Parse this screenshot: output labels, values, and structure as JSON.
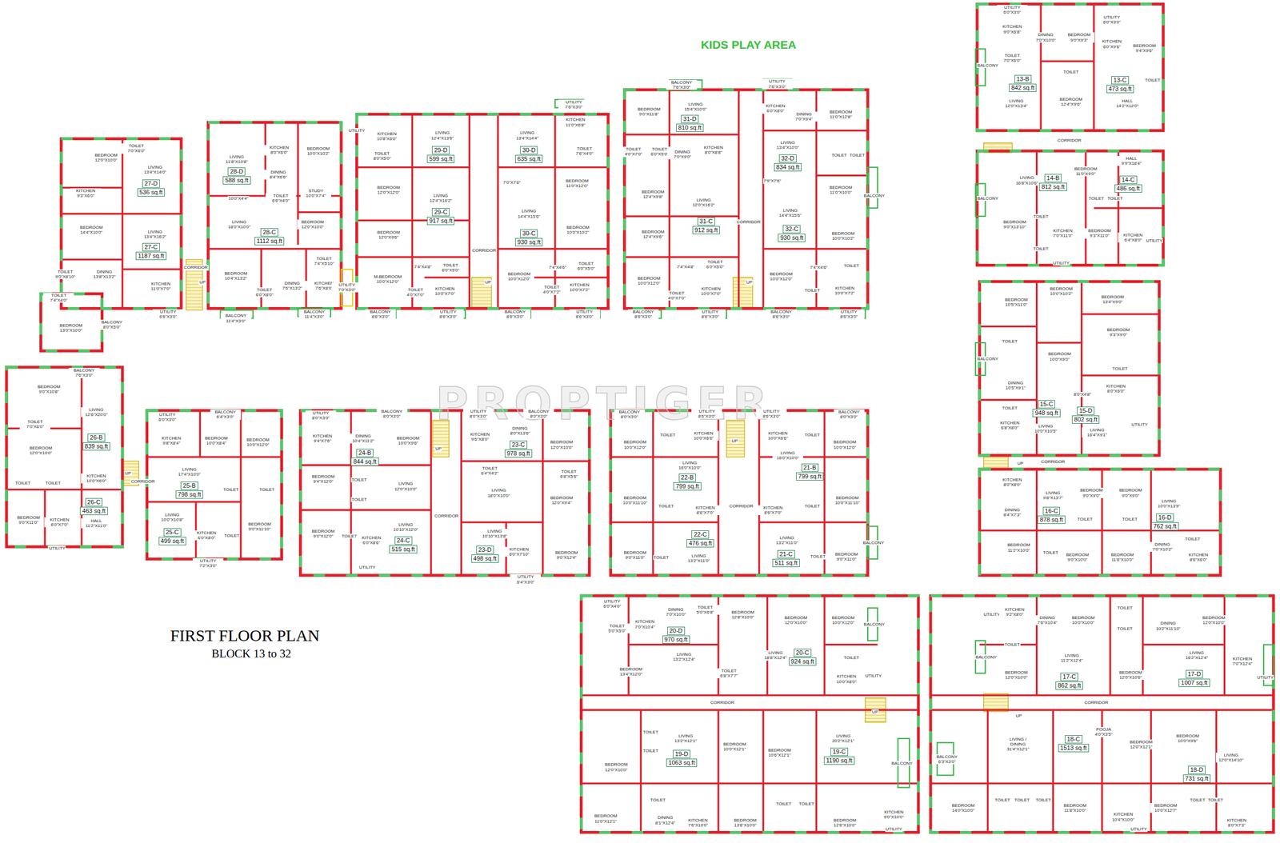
{
  "diagram": {
    "title": "FIRST FLOOR PLAN",
    "caption": "BLOCK 13 to 32",
    "nodes": [
      {
        "text": [
          "27-D",
          "536 sq.ft"
        ]
      },
      {
        "text": [
          "28-D",
          "588 sq.ft"
        ]
      },
      {
        "text": [
          "27-C",
          "1187 sq.ft"
        ]
      },
      {
        "text": [
          "28-C",
          "1112 sq.ft"
        ]
      },
      {
        "text": [
          "29-D",
          "599 sq.ft"
        ]
      },
      {
        "text": [
          "29-C",
          "917 sq.ft"
        ]
      },
      {
        "text": [
          "30-D",
          "635 sq.ft"
        ]
      },
      {
        "text": [
          "30-C",
          "930 sq.ft"
        ]
      },
      {
        "text": [
          "31-D",
          "810 sq.ft"
        ]
      },
      {
        "text": [
          "32-D",
          "834 sq.ft"
        ]
      },
      {
        "text": [
          "31-C",
          "912 sq.ft"
        ]
      },
      {
        "text": [
          "32-C",
          "930 sq.ft"
        ]
      },
      {
        "text": [
          "13-B",
          "842 sq.ft"
        ]
      },
      {
        "text": [
          "13-C",
          "473 sq.ft"
        ]
      },
      {
        "text": [
          "14-B",
          "812 sq.ft"
        ]
      },
      {
        "text": [
          "14-C",
          "486 sq.ft"
        ]
      },
      {
        "text": [
          "15-C",
          "948 sq.ft"
        ]
      },
      {
        "text": [
          "15-D",
          "802 sq.ft"
        ]
      },
      {
        "text": [
          "16-C",
          "878 sq.ft"
        ]
      },
      {
        "text": [
          "16-D",
          "762 sq.ft"
        ]
      },
      {
        "text": [
          "26-B",
          "839 sq.ft"
        ]
      },
      {
        "text": [
          "26-C",
          "463 sq.ft"
        ]
      },
      {
        "text": [
          "25-B",
          "798 sq.ft"
        ]
      },
      {
        "text": [
          "25-C",
          "499 sq.ft"
        ]
      },
      {
        "text": [
          "24-B",
          "844 sq.ft"
        ]
      },
      {
        "text": [
          "24-C",
          "515 sq.ft"
        ]
      },
      {
        "text": [
          "23-C",
          "978 sq.ft"
        ]
      },
      {
        "text": [
          "23-D",
          "498 sq.ft"
        ]
      },
      {
        "text": [
          "22-B",
          "799 sq.ft"
        ]
      },
      {
        "text": [
          "21-B",
          "799 sq.ft"
        ]
      },
      {
        "text": [
          "22-C",
          "476 sq.ft"
        ]
      },
      {
        "text": [
          "21-C",
          "511 sq.ft"
        ]
      },
      {
        "text": [
          "20-D",
          "970 sq.ft"
        ]
      },
      {
        "text": [
          "20-C",
          "924 sq.ft"
        ]
      },
      {
        "text": [
          "19-D",
          "1063 sq.ft"
        ]
      },
      {
        "text": [
          "19-C",
          "1190 sq.ft"
        ]
      },
      {
        "text": [
          "17-C",
          "862 sq.ft"
        ]
      },
      {
        "text": [
          "17-D",
          "1007 sq.ft"
        ]
      },
      {
        "text": [
          "18-C",
          "1513 sq.ft"
        ]
      },
      {
        "text": [
          "18-D",
          "731 sq.ft"
        ]
      }
    ],
    "labels": [
      "PROPTIGER",
      "KIDS PLAY AREA",
      "BEDROOM 12'0\"X10'0\"",
      "TOILET 7'0\"X6'0\"",
      "LIVING 13'4\"X14'0\"",
      "KITCHEN 9'3\"X6'0\"",
      "BEDROOM 14'4\"X10'0\"",
      "LIVING 13'4\"X16'2\"",
      "DINING 13'8\"X13'2\"",
      "KITCHEN 11'0\"X7'0\"",
      "TOILET 9'0\"X8'10\"",
      "TOILET 7'4\"X4'0\"",
      "BEDROOM 13'0\"X10'0\"",
      "BALCONY 8'0\"X5'0\"",
      "UTILITY 6'6\"X3'0\"",
      "CORRIDOR",
      "UP",
      "LIVING 11'8\"X10'8\"",
      "KITCHEN 8'0\"X6'0\"",
      "BEDROOM 10'0\"X10'2\"",
      "DINING 8'4\"X6'6\"",
      "STUDY 10'0\"X7'4\"",
      "TOILET 6'6\"X4'0\"",
      "10'0\"X4'4\"",
      "LIVING 18'0\"X10'0\"",
      "BEDROOM 12'0\"X10'0\"",
      "TOILET 7'4\"X5'10\"",
      "BEDROOM 10'4\"X13'2\"",
      "DINING 7'6\"X13'2\"",
      "KITCHEN 7'6\"X8'0\"",
      "TOILET 6'0\"X8'0\"",
      "BALCONY 11'4\"X3'0\"",
      "BALCONY 11'4\"X3'0\"",
      "UTILITY 7'0\"X3'0\"",
      "UTILITY",
      "KITCHEN 10'8\"X6'0\"",
      "TOILET 8'0\"X5'0\"",
      "LIVING 12'4\"X13'6\"",
      "BEDROOM 12'0\"X12'0\"",
      "LIVING 12'4\"X16'2\"",
      "BEDROOM 12'0\"X9'6\"",
      "M-BEDROOM 10'0\"X12'0\"",
      "7'4\"X4'8\"",
      "TOILET 4'0\"X7'0\"",
      "KITCHEN 10'0\"X7'0\"",
      "TOILET 6'0\"X5'0\"",
      "BALCONY 8'6\"X3'0\"",
      "UTILITY 8'6\"X3'0\"",
      "CORRIDOR",
      "UP",
      "UTILITY 7'6\"X3'0\"",
      "KITCHEN 11'0\"X6'8\"",
      "LIVING 13'4\"X14'4\"",
      "TOILET 7'6\"X4'0\"",
      "BEDROOM 11'0\"X12'0\"",
      "7'0\"X7'6\"",
      "LIVING 14'4\"X15'6\"",
      "BEDROOM 10'0\"X10'2\"",
      "BEDROOM 10'0\"X12'0\"",
      "7'4\"X4'6\"",
      "TOILET 6'0\"X5'0\"",
      "TOILET 4'0\"X7'2\"",
      "KITCHEN 10'0\"X7'2\"",
      "BALCONY 8'6\"X3'0\"",
      "UTILITY 8'6\"X3'0\"",
      "BALCONY 7'6\"X3'0\"",
      "BEDROOM 9'0\"X11'8\"",
      "LIVING 15'4\"X10'0\"",
      "TOILET 4'0\"X7'0\"",
      "TOILET 6'0\"X5'0\"",
      "DINING 7'0\"X9'0\"",
      "KITCHEN 8'0\"X8'8\"",
      "BEDROOM 12'4\"X9'8\"",
      "LIVING 12'0\"X16'2\"",
      "BEDROOM 12'4\"X9'6\"",
      "BEDROOM 10'0\"X12'0\"",
      "7'4\"X4'8\"",
      "TOILET 6'0\"X5'0\"",
      "TOILET 4'0\"X7'0\"",
      "KITCHEN 10'0\"X7'0\"",
      "BALCONY 8'6\"X3'0\"",
      "UTILITY 8'6\"X3'0\"",
      "CORRIDOR",
      "UP",
      "UTILITY 7'6\"X3'0\"",
      "KITCHEN 6'0\"X8'0\"",
      "DINING 7'0\"X9'4\"",
      "BEDROOM 11'0\"X12'8\"",
      "LIVING 13'4\"X10'0\"",
      "TOILET",
      "TOILET",
      "BEDROOM 11'0\"X10'0\"",
      "BALCONY",
      "7'9\"X7'6\"",
      "LIVING 14'4\"X15'6\"",
      "BEDROOM 10'0\"X10'2\"",
      "BEDROOM 10'0\"X12'0\"",
      "7'4\"X4'6\"",
      "TOILET",
      "TOILET",
      "KITCHEN 10'0\"X7'2\"",
      "BALCONY 8'6\"X3'0\"",
      "UTILITY 8'6\"X3'0\"",
      "UTILITY 6'0\"X3'0\"",
      "KITCHEN 9'0\"X6'8\"",
      "DINING 7'0\"X10'0\"",
      "BEDROOM 9'0\"X9'3\"",
      "UTILITY 6'0\"X3'0\"",
      "KITCHEN 6'0\"X9'6\"",
      "BEDROOM 9'4\"X9'6\"",
      "TOILET 7'0\"X6'0\"",
      "TOILET",
      "TOILET",
      "BALCONY",
      "LIVING 12'0\"X13'4\"",
      "BEDROOM 12'4\"X9'6\"",
      "HALL 14'2\"X12'0\"",
      "CORRIDOR",
      "BEDROOM 11'0\"X9'0\"",
      "HALL 9'9\"X18'4\"",
      "LIVING 16'8\"X10'6\"",
      "BALCONY",
      "TOILET",
      "TOILET",
      "BEDROOM 9'0\"X13'10\"",
      "TOILET",
      "KITCHEN 7'0\"X11'0\"",
      "BEDROOM 9'3\"X11'0\"",
      "KITCHEN 6'4\"X8'0\"",
      "UTILITY",
      "TOILET",
      "UTILITY",
      "BEDROOM 10'5\"X11'0\"",
      "BEDROOM 10'0\"X10'2\"",
      "BEDROOM 13'4\"X9'0\"",
      "BEDROOM 9'3\"X9'0\"",
      "TOILET",
      "BEDROOM 10'0\"X9'0\"",
      "TOILET",
      "KITCHEN 8'0\"X6'0\"",
      "DINING 10'5\"X9'1\"",
      "BALCONY",
      "8'0\"X4'8\"",
      "TOILET",
      "KITCHEN 6'8\"X8'0\"",
      "LIVING 10'0\"X10'5\"",
      "LIVING 16'4\"X9'1\"",
      "UTILITY",
      "CORRIDOR",
      "UP",
      "KITCHEN 8'0\"X8'0\"",
      "DINING 8'4\"X7'3\"",
      "LIVING 9'8\"X13'7\"",
      "BEDROOM 9'0\"X9'0\"",
      "BEDROOM 9'0\"X9'0\"",
      "LIVING 10'0\"X13'9\"",
      "TOILET",
      "TOILET",
      "DINING 7'0\"X10'2\"",
      "BEDROOM 11'2\"X10'0\"",
      "BEDROOM 9'0\"X10'0\"",
      "BEDROOM 11'6\"X10'0\"",
      "KITCHEN 8'6\"X6'0\"",
      "TOILET",
      "TOILET",
      "BALCONY 7'6\"X3'0\"",
      "BEDROOM 9'0\"X10'8\"",
      "LIVING 12'6\"X20'0\"",
      "TOILET 7'0\"X6'0\"",
      "BEDROOM 12'0\"X10'0\"",
      "KITCHEN 10'0\"X6'0\"",
      "TOILET",
      "TOILET",
      "BEDROOM 9'0\"X11'0\"",
      "KITCHEN 6'0\"X7'0\"",
      "HALL 11'2\"X11'0\"",
      "UTILITY",
      "UP",
      "CORRIDOR",
      "UTILITY 6'0\"X3'0\"",
      "BALCONY 6'4\"X3'0\"",
      "KITCHEN 9'8\"X8'4\"",
      "BEDROOM 10'0\"X8'4\"",
      "BEDROOM 10'0\"X12'0\"",
      "LIVING 17'4\"X10'0\"",
      "TOILET",
      "TOILET",
      "LIVING 10'0\"X10'8\"",
      "KITCHEN 6'0\"X8'0\"",
      "TOILET",
      "BEDROOM 9'0\"X11'10\"",
      "UTILITY 7'2\"X3'0\"",
      "UTILITY 8'0\"X3'0\"",
      "KITCHEN 9'4\"X7'6\"",
      "DINING 10'4\"X11'2\"",
      "BALCONY 8'0\"X3'0\"",
      "BEDROOM 10'0\"X9'6\"",
      "BEDROOM 9'4\"X12'0\"",
      "TOILET",
      "TOILET",
      "LIVING 12'0\"X10'0\"",
      "BEDROOM 9'0\"X12'0\"",
      "TOILET",
      "KITCHEN 6'0\"X8'6\"",
      "LIVING 10'10\"X12'0\"",
      "UTILITY",
      "UP",
      "CORRIDOR",
      "UTILITY 8'0\"X3'0\"",
      "BALCONY 8'0\"X3'0\"",
      "KITCHEN 9'6\"X8'0\"",
      "DINING 8'0\"X13'6\"",
      "BEDROOM 12'0\"X10'0\"",
      "TOILET 6'4\"X4'2\"",
      "TOILET 6'8\"X5'6\"",
      "LIVING 18'0\"X10'0\"",
      "BEDROOM 12'0\"X9'4\"",
      "LIVING 10'10\"X13'8\"",
      "KITCHEN 6'0\"X7'10\"",
      "BEDROOM 9'0\"X12'4\"",
      "UTILITY 6'4\"X3'0\"",
      "BALCONY 8'0\"X3'0\"",
      "UTILITY 8'6\"X3'0\"",
      "TOILET",
      "KITCHEN 10'0\"X6'6\"",
      "BEDROOM 10'0\"X12'0\"",
      "LIVING 16'0\"X10'0\"",
      "BEDROOM 10'0\"X11'10\"",
      "TOILET",
      "KITCHEN 8'6\"X7'0\"",
      "BEDROOM 9'0\"X11'0\"",
      "TOILET",
      "LIVING 13'2\"X11'0\"",
      "CORRIDOR",
      "UP",
      "UTILITY 8'6\"X3'0\"",
      "BALCONY 8'0\"X3'0\"",
      "KITCHEN 10'0\"X6'6\"",
      "TOILET",
      "BEDROOM 10'0\"X12'0\"",
      "LIVING 16'0\"X10'0\"",
      "BEDROOM 10'0\"X11'10\"",
      "KITCHEN 8'6\"X7'0\"",
      "TOILET",
      "LIVING 13'2\"X11'0\"",
      "TOILET",
      "BEDROOM 9'0\"X11'0\"",
      "BALCONY",
      "UTILITY 6'0\"X4'0\"",
      "TOILET 5'0\"X5'0\"",
      "KITCHEN 7'0\"X10'4\"",
      "DINING 7'0\"X10'0\"",
      "TOILET 5'0\"X6'8\"",
      "BEDROOM 12'8\"X10'0\"",
      "BEDROOM 12'0\"X10'0\"",
      "BEDROOM 10'0\"X12'0\"",
      "BALCONY",
      "BEDROOM 13'4\"X12'0\"",
      "LIVING 13'2\"X12'4\"",
      "TOILET 6'8\"X7'7\"",
      "LIVING 18'8\"X12'4\"",
      "TOILET",
      "KITCHEN 10'0\"X8'0\"",
      "UTILITY",
      "CORRIDOR",
      "BEDROOM 12'0\"X10'0\"",
      "TOILET",
      "TOILET",
      "LIVING 13'2\"X12'1\"",
      "BEDROOM 10'0\"X12'1\"",
      "BEDROOM 10'6\"X12'1\"",
      "LIVING 20'2\"X12'1\"",
      "BALCONY",
      "BEDROOM 11'0\"X12'1\"",
      "TOILET",
      "DINING 8'1\"X12'4\"",
      "KITCHEN 7'6\"X10'0\"",
      "BEDROOM 13'6\"X10'0\"",
      "TOILET",
      "TOILET",
      "BEDROOM 12'6\"X10'0\"",
      "KITCHEN 9'0\"X10'0\"",
      "UTILITY",
      "UP",
      "UTILITY",
      "KITCHEN 9'2\"X8'0\"",
      "DINING 7'6\"X10'4\"",
      "BEDROOM 10'0\"X10'0\"",
      "TOILET",
      "TOILET",
      "DINING 10'2\"X11'10\"",
      "BEDROOM 12'0\"X10'0\"",
      "TOILET",
      "BALCONY",
      "LIVING 11'2\"X12'4\"",
      "LIVING 16'2\"X12'4\"",
      "KITCHEN 7'0\"X12'4\"",
      "BEDROOM 12'0\"X10'0\"",
      "BEDROOM 12'0\"X10'6\"",
      "UTILITY",
      "CORRIDOR",
      "UP",
      "BALCONY 6'3\"X3'0\"",
      "LIVING / DINING 31'4\"X12'1\"",
      "POOJA 4'0\"X3'5\"",
      "BEDROOM 12'0\"X12'1\"",
      "BEDROOM 10'0\"X9'6\"",
      "LIVING 12'0\"X14'10\"",
      "BEDROOM 14'0\"X10'0\"",
      "TOILET",
      "TOILET",
      "TOILET",
      "BEDROOM 11'8\"X10'0\"",
      "KITCHEN 10'4\"X10'0\"",
      "UTILITY",
      "BEDROOM 10'0\"X12'7\"",
      "TOILET",
      "TOILET",
      "KITCHEN 8'0\"X7'3\""
    ]
  }
}
